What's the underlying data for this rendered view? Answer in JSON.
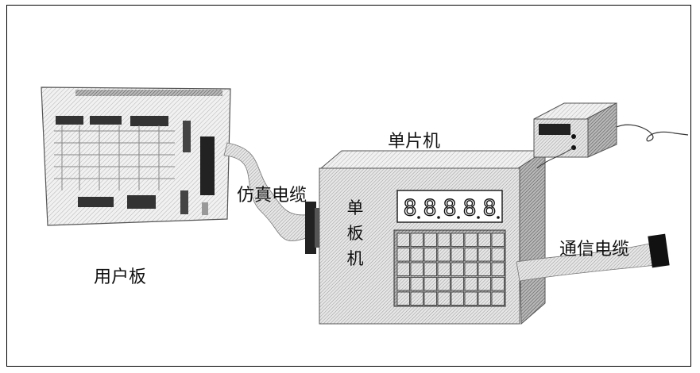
{
  "labels": {
    "user_board": "用户板",
    "emulation_cable": "仿真电缆",
    "mcu": "单片机",
    "single_board_1": "单",
    "single_board_2": "板",
    "single_board_3": "机",
    "comm_cable": "通信电缆"
  },
  "display": {
    "digits": [
      "8",
      "8",
      "8",
      "8",
      "8"
    ]
  }
}
